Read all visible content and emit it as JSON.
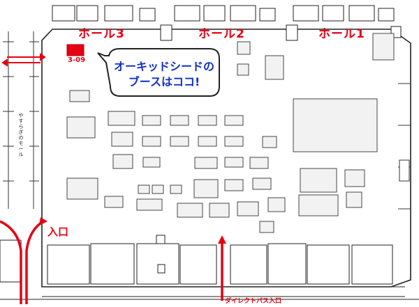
{
  "halls": [
    "ホール3",
    "ホール2",
    "ホール1"
  ],
  "booth": {
    "code": "3-09",
    "fill": "#e60012"
  },
  "callout": {
    "line1": "オーキッドシードの",
    "line2": "ブースはココ!",
    "text_color": "#1030c8"
  },
  "entrance": "入口",
  "direct_bus_entrance": "ダイレクトバス入口",
  "mall": "やすらぎのモール",
  "colors": {
    "accent": "#e60012",
    "line": "#222222",
    "stall_fill": "#f2f2f2"
  }
}
